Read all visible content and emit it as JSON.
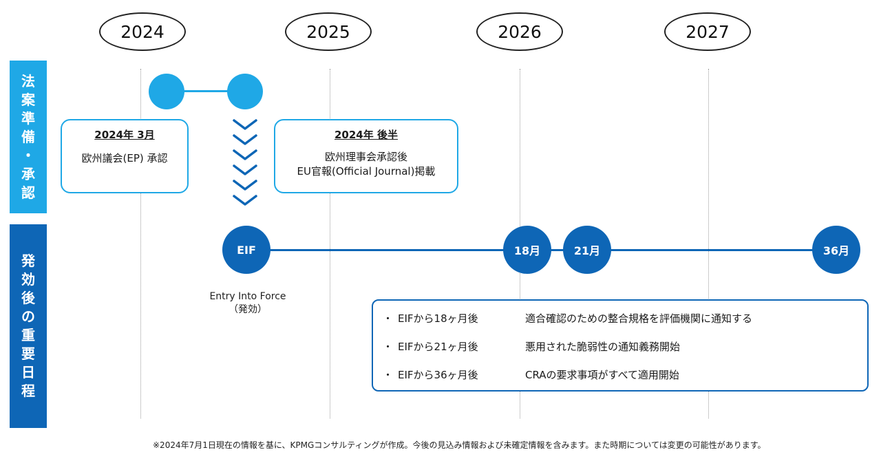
{
  "years": [
    "2024",
    "2025",
    "2026",
    "2027"
  ],
  "side_labels": {
    "top": [
      "法",
      "案",
      "準",
      "備",
      "・",
      "承",
      "認"
    ],
    "bottom": [
      "発",
      "効",
      "後",
      "の",
      "重",
      "要",
      "日",
      "程"
    ]
  },
  "approval_boxes": [
    {
      "title": "2024年 3月",
      "lines": [
        "欧州議会(EP) 承認"
      ]
    },
    {
      "title": "2024年 後半",
      "lines": [
        "欧州理事会承認後",
        "EU官報(Official Journal)掲載"
      ]
    }
  ],
  "milestones": [
    {
      "label": "EIF"
    },
    {
      "label": "18月"
    },
    {
      "label": "21月"
    },
    {
      "label": "36月"
    }
  ],
  "eif_caption": [
    "Entry Into Force",
    "（発効）"
  ],
  "schedule_items": [
    {
      "bullet": "・",
      "when": "EIFから18ヶ月後",
      "what": "適合確認のための整合規格を評価機関に通知する"
    },
    {
      "bullet": "・",
      "when": "EIFから21ヶ月後",
      "what": "悪用された脆弱性の通知義務開始"
    },
    {
      "bullet": "・",
      "when": "EIFから36ヶ月後",
      "what": "CRAの要求事項がすべて適用開始"
    }
  ],
  "footnote": "※2024年7月1日現在の情報を基に、KPMGコンサルティングが作成。今後の見込み情報および未確定情報を含みます。また時期については変更の可能性があります。",
  "colors": {
    "light_blue": "#1fa8e6",
    "dark_blue": "#0e66b6"
  }
}
